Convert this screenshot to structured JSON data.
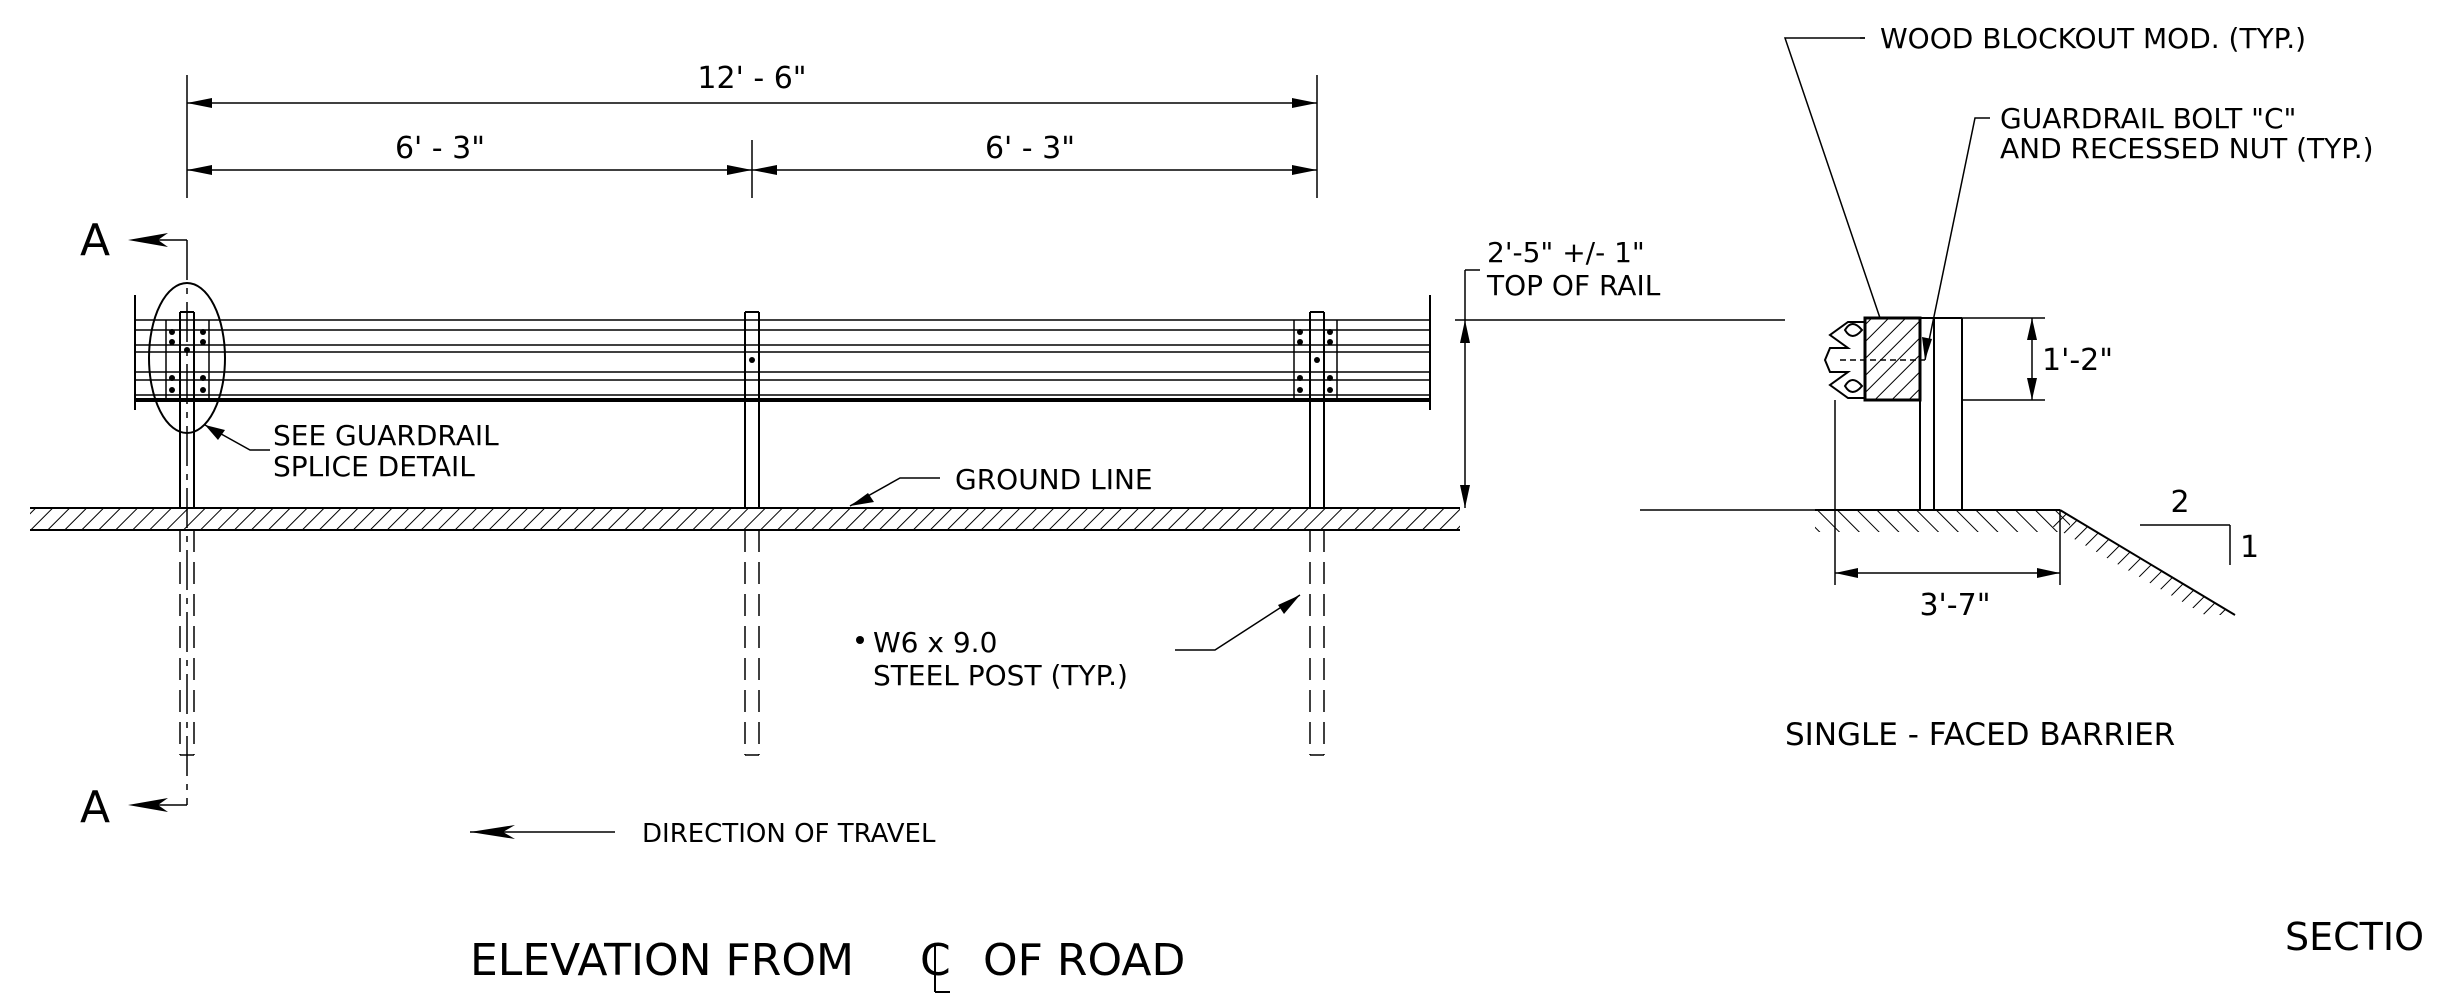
{
  "elevation": {
    "dim_total": "12' - 6\"",
    "dim_left": "6' - 3\"",
    "dim_right": "6' - 3\"",
    "section_marker": "A",
    "rail_height_line1": "2'-5\" +/- 1\"",
    "rail_height_line2": "TOP OF RAIL",
    "splice_note_line1": "SEE GUARDRAIL",
    "splice_note_line2": "SPLICE DETAIL",
    "ground_line": "GROUND LINE",
    "post_note_line1": "W6 x 9.0",
    "post_note_line2": "STEEL POST (TYP.)",
    "direction": "DIRECTION OF TRAVEL",
    "title_part1": "ELEVATION FROM",
    "title_cl": "C",
    "title_part2": "OF ROAD"
  },
  "section": {
    "blockout_note": "WOOD BLOCKOUT MOD. (TYP.)",
    "bolt_note_line1": "GUARDRAIL BOLT \"C\"",
    "bolt_note_line2": "AND RECESSED NUT (TYP.)",
    "rail_dim": "1'-2\"",
    "width_dim": "3'-7\"",
    "slope_h": "2",
    "slope_v": "1",
    "caption": "SINGLE - FACED BARRIER",
    "title_partial": "SECTIO"
  }
}
